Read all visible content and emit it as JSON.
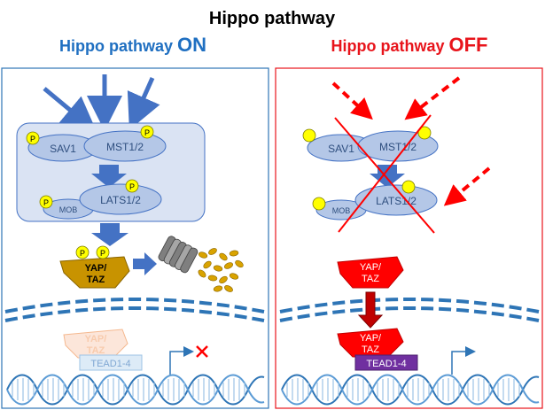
{
  "title": "Hippo pathway",
  "on_panel": {
    "heading_prefix": "Hippo pathway ",
    "heading_state": "ON",
    "heading_color": "#1f6fc1",
    "border_color": "#2e75b6",
    "sav1": "SAV1",
    "mst": "MST1/2",
    "lats": "LATS1/2",
    "mob": "MOB",
    "yap_line1": "YAP/",
    "yap_line2": "TAZ",
    "tead_faded_yap1": "YAP/",
    "tead_faded_yap2": "TAZ",
    "tead": "TEAD1-4",
    "transcription": "blocked"
  },
  "off_panel": {
    "heading_prefix": "Hippo pathway ",
    "heading_state": "OFF",
    "heading_color": "#e8141b",
    "border_color": "#e8141b",
    "sav1": "SAV1",
    "mst": "MST1/2",
    "lats": "LATS1/2",
    "mob": "MOB",
    "yap_line1": "YAP/",
    "yap_line2": "TAZ",
    "nuc_yap_line1": "YAP/",
    "nuc_yap_line2": "TAZ",
    "tead": "TEAD1-4",
    "transcription": "active"
  },
  "phospho_label": "P",
  "colors": {
    "kinase_fill": "#b4c7e7",
    "kinase_stroke": "#4472c4",
    "complex_bg": "#dae3f3",
    "arrow_blue": "#4472c4",
    "phospho_yellow": "#ffff00",
    "yap_on": "#c89300",
    "yap_off": "#ff0000",
    "tead_purple": "#7030a0",
    "tead_pale": "#ddebf7",
    "dna_blue": "#2e75b6",
    "cross_red": "#ff0000",
    "dashed_red": "#ff0000"
  }
}
